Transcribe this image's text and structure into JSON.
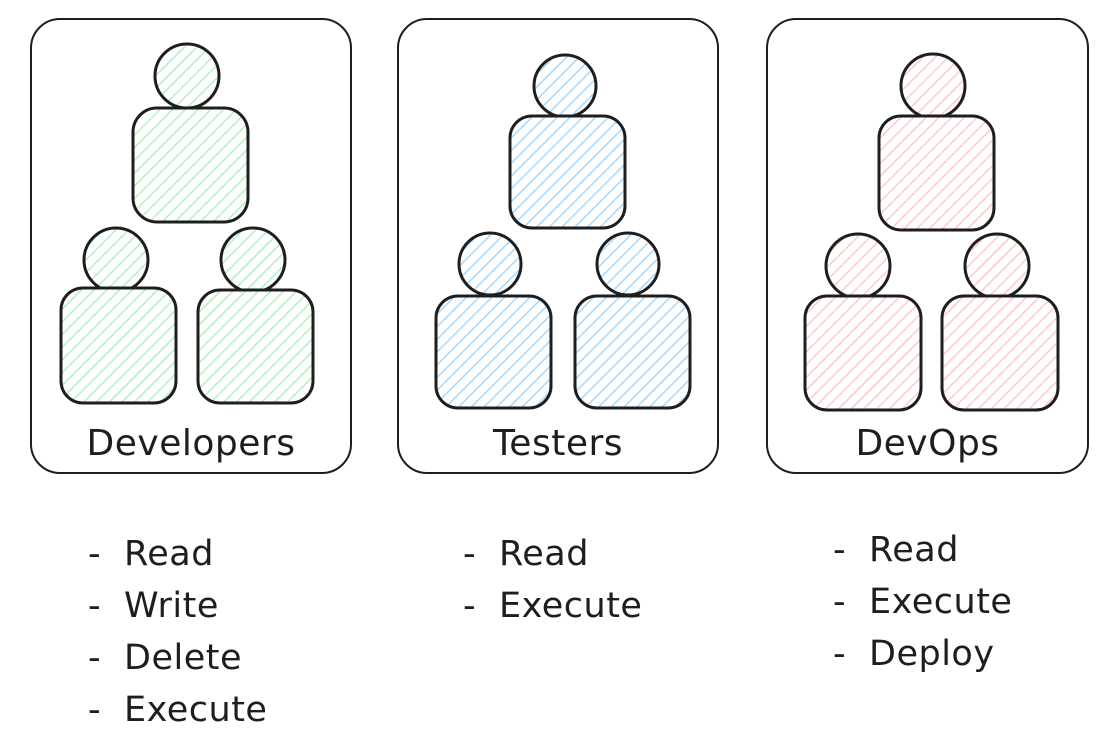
{
  "groups": [
    {
      "title": "Developers",
      "color": "#2f9e44",
      "fill": "#b2f2bb",
      "permissions": [
        "Read",
        "Write",
        "Delete",
        "Execute"
      ]
    },
    {
      "title": "Testers",
      "color": "#1971c2",
      "fill": "#a5d8ff",
      "permissions": [
        "Read",
        "Execute"
      ]
    },
    {
      "title": "DevOps",
      "color": "#e03131",
      "fill": "#ffc9c9",
      "permissions": [
        "Read",
        "Execute",
        "Deploy"
      ]
    }
  ],
  "bullet": "-"
}
